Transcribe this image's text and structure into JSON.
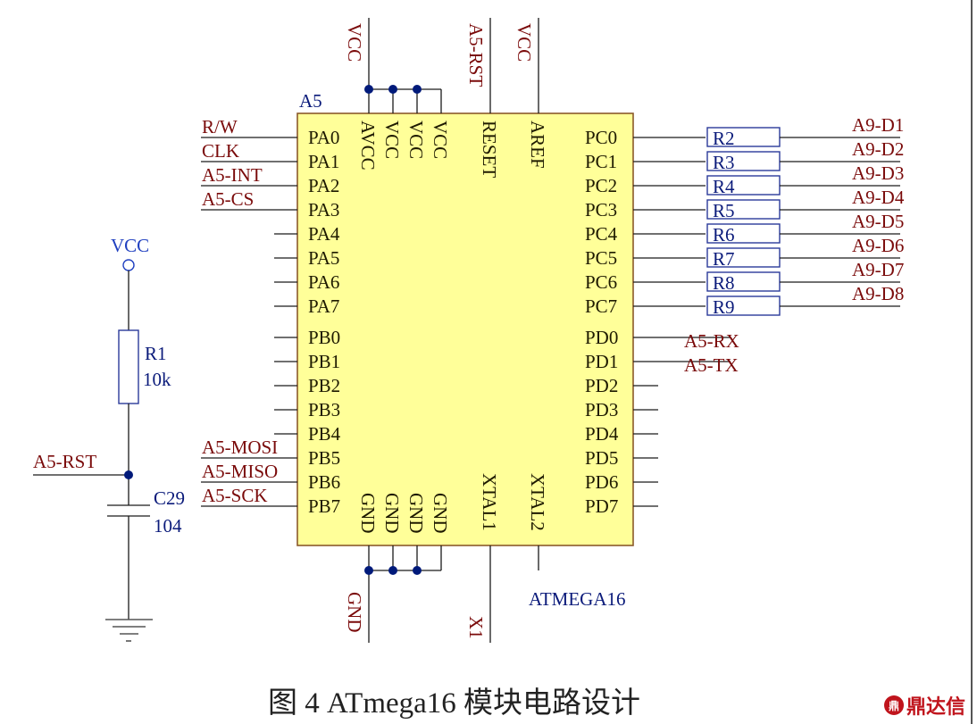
{
  "figure": {
    "caption": "图 4 ATmega16 模块电路设计",
    "watermark": "鼎达信",
    "watermark_icon": "logo-icon"
  },
  "chip": {
    "designator": "A5",
    "part": "ATMEGA16",
    "left_pins": [
      "PA0",
      "PA1",
      "PA2",
      "PA3",
      "PA4",
      "PA5",
      "PA6",
      "PA7",
      "PB0",
      "PB1",
      "PB2",
      "PB3",
      "PB4",
      "PB5",
      "PB6",
      "PB7"
    ],
    "right_pins": [
      "PC0",
      "PC1",
      "PC2",
      "PC3",
      "PC4",
      "PC5",
      "PC6",
      "PC7",
      "PD0",
      "PD1",
      "PD2",
      "PD3",
      "PD4",
      "PD5",
      "PD6",
      "PD7"
    ],
    "top_pins": [
      "AVCC",
      "VCC",
      "VCC",
      "VCC",
      "RESET",
      "AREF"
    ],
    "bottom_pins": [
      "GND",
      "GND",
      "GND",
      "GND",
      "XTAL1",
      "XTAL2"
    ]
  },
  "nets": {
    "left": {
      "PA0": "R/W",
      "PA1": "CLK",
      "PA2": "A5-INT",
      "PA3": "A5-CS",
      "PB5": "A5-MOSI",
      "PB6": "A5-MISO",
      "PB7": "A5-SCK"
    },
    "pd": {
      "PD0": "A5-RX",
      "PD1": "A5-TX"
    },
    "top": {
      "vcc1": "VCC",
      "reset": "A5-RST",
      "vcc2": "VCC"
    },
    "bottom": {
      "gnd": "GND",
      "x1": "X1"
    },
    "data_bus": [
      "A9-D1",
      "A9-D2",
      "A9-D3",
      "A9-D4",
      "A9-D5",
      "A9-D6",
      "A9-D7",
      "A9-D8"
    ]
  },
  "resistors_series": [
    "R2",
    "R3",
    "R4",
    "R5",
    "R6",
    "R7",
    "R8",
    "R9"
  ],
  "reset_circuit": {
    "supply": "VCC",
    "resistor": {
      "ref": "R1",
      "value": "10k"
    },
    "capacitor": {
      "ref": "C29",
      "value": "104"
    },
    "net": "A5-RST"
  }
}
